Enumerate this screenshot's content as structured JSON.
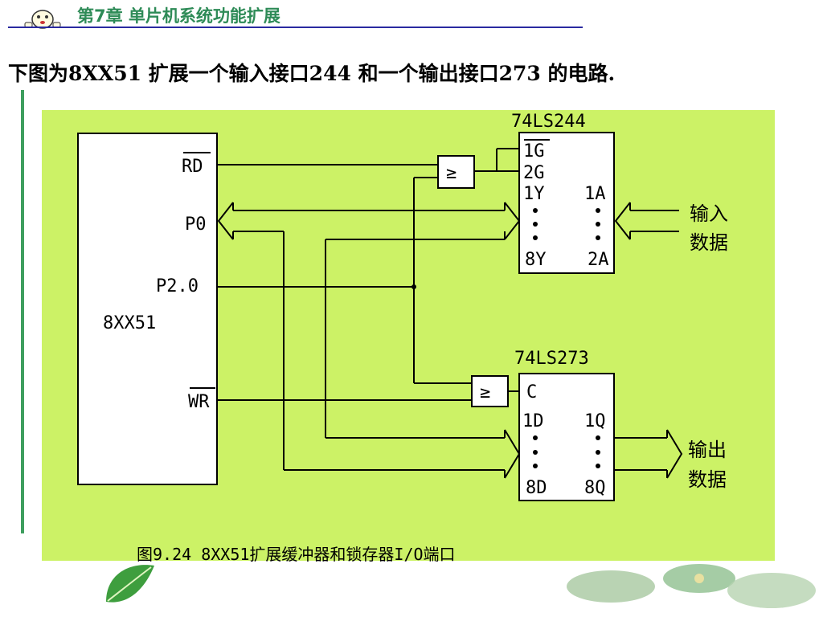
{
  "header": {
    "title": "第7章  单片机系统功能扩展"
  },
  "subtitle": "下图为8XX51 扩展一个输入接口244 和一个输出接口273 的电路.",
  "diagram": {
    "mcu": {
      "name": "8XX51",
      "pin_rd": "RD",
      "pin_p0": "P0",
      "pin_p20": "P2.0",
      "pin_wr": "WR"
    },
    "gate_symbol": "≥",
    "chip_244": {
      "name": "74LS244",
      "pin_1g": "1G",
      "pin_2g": "2G",
      "pin_1y": "1Y",
      "pin_1a": "1A",
      "pin_8y": "8Y",
      "pin_2a": "2A"
    },
    "chip_273": {
      "name": "74LS273",
      "pin_c": "C",
      "pin_1d": "1D",
      "pin_1q": "1Q",
      "pin_8d": "8D",
      "pin_8q": "8Q"
    },
    "input_label_1": "输入",
    "input_label_2": "数据",
    "output_label_1": "输出",
    "output_label_2": "数据",
    "caption": "图9.24   8XX51扩展缓冲器和锁存器I/O端口"
  }
}
